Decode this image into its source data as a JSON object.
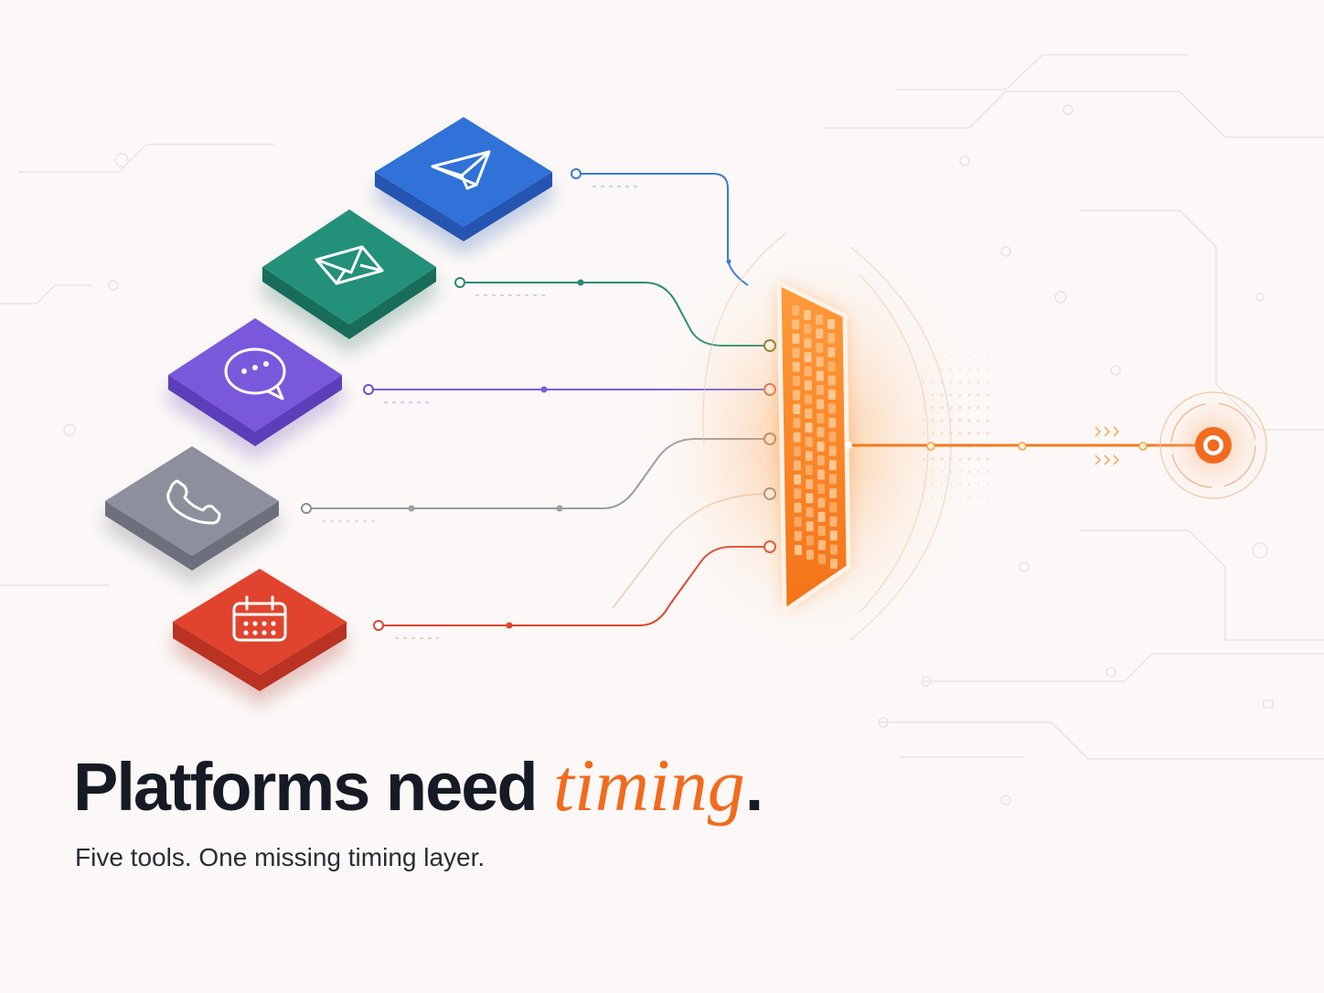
{
  "headline": {
    "main": "Platforms need ",
    "accent": "timing",
    "end": "."
  },
  "subhead": "Five tools. One missing timing layer.",
  "colors": {
    "accent": "#f26a1e",
    "text": "#161a24",
    "background": "#fbf8f7"
  },
  "tools": [
    {
      "icon": "paper-plane-icon",
      "color": "#2f6fd4"
    },
    {
      "icon": "envelope-icon",
      "color": "#1f8a72"
    },
    {
      "icon": "chat-bubble-icon",
      "color": "#7b55d8"
    },
    {
      "icon": "phone-icon",
      "color": "#8a8e9c"
    },
    {
      "icon": "calendar-icon",
      "color": "#e0442e"
    }
  ],
  "hub": {
    "icon": "timing-grid-icon",
    "color": "#f7821f"
  },
  "target": {
    "icon": "target-icon",
    "color": "#f26a1e"
  }
}
